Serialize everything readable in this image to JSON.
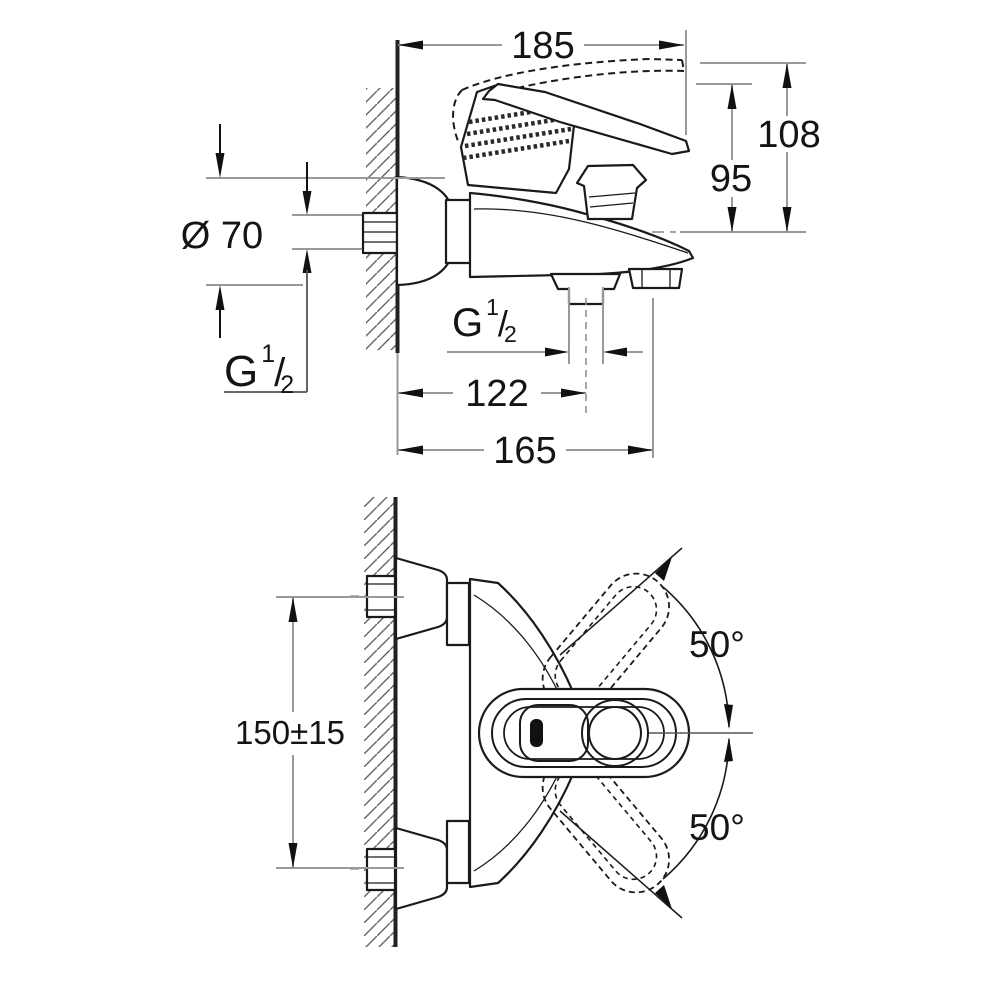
{
  "drawing": {
    "type": "technical-dimension-drawing",
    "subject": "wall-mounted single-lever bath shower mixer",
    "colors": {
      "line": "#1a1a1a",
      "dimension_line": "#999999",
      "arrow": "#111111",
      "background": "#ffffff"
    },
    "side_view": {
      "width": "185",
      "overall_height": "108",
      "lever_height": "95",
      "escutcheon_diameter": "Ø 70",
      "wall_thread": {
        "prefix": "G",
        "numerator": "1",
        "slash": "/",
        "denominator": "2"
      },
      "spout_thread": {
        "prefix": "G",
        "numerator": "1",
        "slash": "/",
        "denominator": "2"
      },
      "spout_center_distance": "122",
      "shower_center_distance": "165"
    },
    "plan_view": {
      "connection_spacing": "150±15",
      "swing_angle_upper": "50°",
      "swing_angle_lower": "50°"
    }
  }
}
